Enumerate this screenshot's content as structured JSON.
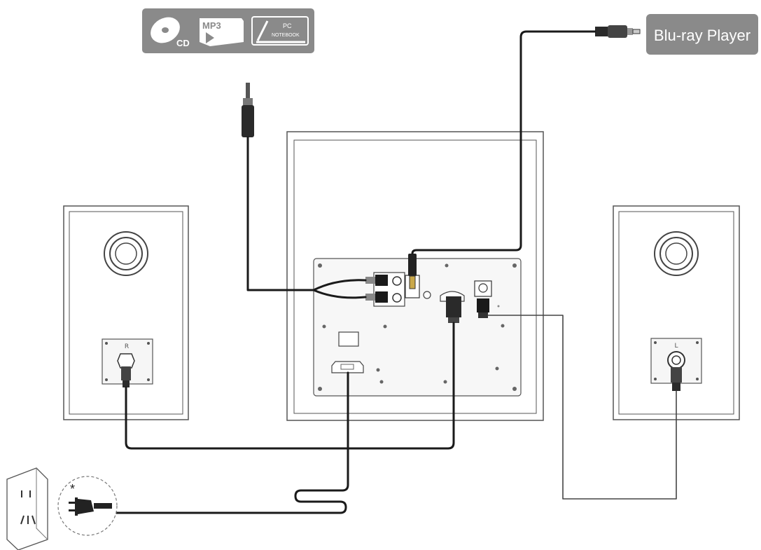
{
  "source_badge": {
    "cd_label": "CD",
    "mp3_label": "MP3",
    "pc_label": "PC",
    "notebook_label": "NOTEBOOK"
  },
  "optical_source": {
    "label": "Blu-ray Player"
  },
  "speakers": {
    "right_label": "R",
    "left_label": "L"
  },
  "outlet": {
    "note_mark": "*"
  },
  "colors": {
    "badge_bg": "#8a8a8a",
    "cable": "#1a1a1a",
    "outline": "#555555"
  }
}
